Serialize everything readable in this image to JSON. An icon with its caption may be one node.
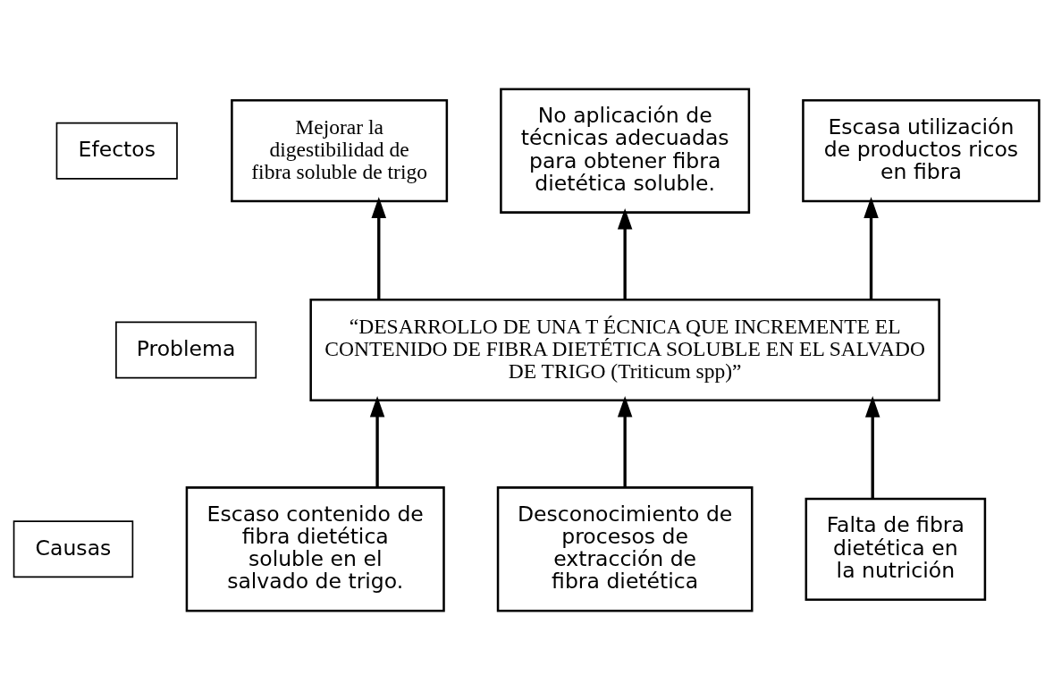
{
  "diagram": {
    "nodes": [
      {
        "text": [
          "Efectos"
        ]
      },
      {
        "text": [
          "Mejorar la digestibilidad de fibra soluble de trigo"
        ]
      },
      {
        "text": [
          "No aplicación de técnicas adecuadas para obtener fibra dietética soluble."
        ]
      },
      {
        "text": [
          "Escasa utilización de productos ricos en fibra"
        ]
      },
      {
        "text": [
          "Problema"
        ]
      },
      {
        "text": [
          "“DESARROLLO DE UNA T ÉCNICA QUE INCREMENTE EL CONTENIDO DE FIBRA DIETÉTICA SOLUBLE EN EL SALVADO DE TRIGO (Triticum spp)”"
        ]
      },
      {
        "text": [
          "Causas"
        ]
      },
      {
        "text": [
          "Escaso contenido de fibra dietética soluble en el salvado de trigo."
        ]
      },
      {
        "text": [
          "Desconocimiento de procesos de extracción de fibra dietética"
        ]
      },
      {
        "text": [
          "Falta de fibra dietética en la nutrición"
        ]
      }
    ],
    "edges": [
      {
        "from": 5,
        "to": 1,
        "arrow": "to"
      },
      {
        "from": 5,
        "to": 2,
        "arrow": "to"
      },
      {
        "from": 5,
        "to": 3,
        "arrow": "to"
      },
      {
        "from": 7,
        "to": 5,
        "arrow": "to"
      },
      {
        "from": 8,
        "to": 5,
        "arrow": "to"
      },
      {
        "from": 9,
        "to": 5,
        "arrow": "to"
      }
    ]
  }
}
